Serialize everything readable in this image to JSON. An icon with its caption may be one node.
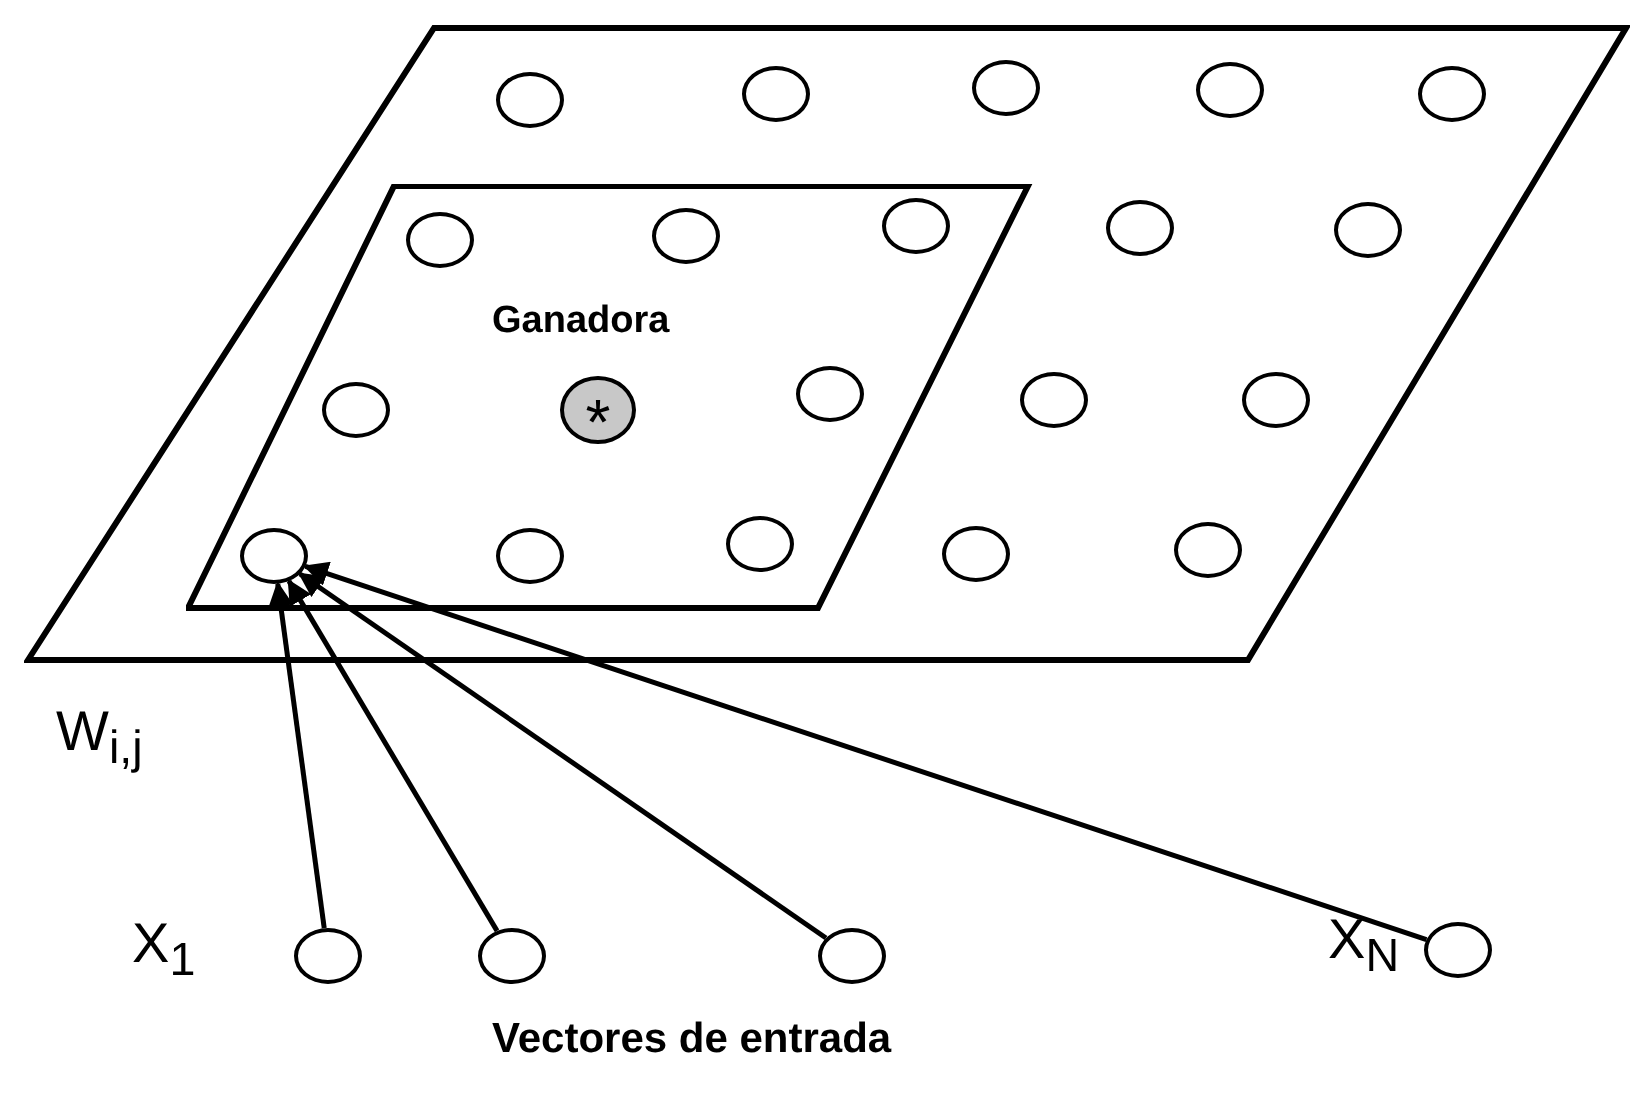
{
  "diagram": {
    "nodes": [
      {
        "text": [],
        "shape": "parallelogram"
      },
      {
        "text": [],
        "shape": "parallelogram",
        "in": 0
      },
      {
        "text": [],
        "shape": "circle",
        "in": 0
      },
      {
        "text": [],
        "shape": "circle",
        "in": 0
      },
      {
        "text": [],
        "shape": "circle",
        "in": 0
      },
      {
        "text": [],
        "shape": "circle",
        "in": 0
      },
      {
        "text": [],
        "shape": "circle",
        "in": 0
      },
      {
        "text": [],
        "shape": "circle",
        "in": 1
      },
      {
        "text": [],
        "shape": "circle",
        "in": 1
      },
      {
        "text": [],
        "shape": "circle",
        "in": 1
      },
      {
        "text": [],
        "shape": "circle",
        "in": 0
      },
      {
        "text": [],
        "shape": "circle",
        "in": 0
      },
      {
        "text": [],
        "shape": "circle",
        "in": 1
      },
      {
        "text": [
          "*"
        ],
        "beside": [
          "Ganadora"
        ],
        "in": 1
      },
      {
        "text": [],
        "shape": "circle",
        "in": 1
      },
      {
        "text": [],
        "shape": "circle",
        "in": 0
      },
      {
        "text": [],
        "shape": "circle",
        "in": 0
      },
      {
        "text": [],
        "shape": "circle",
        "in": 1
      },
      {
        "text": [],
        "shape": "circle",
        "in": 1
      },
      {
        "text": [],
        "shape": "circle",
        "in": 1
      },
      {
        "text": [],
        "shape": "circle",
        "in": 0
      },
      {
        "text": [],
        "shape": "circle",
        "in": 0
      },
      {
        "text": [],
        "beside": [
          "X$_{1}$"
        ],
        "shape": "circle"
      },
      {
        "text": [],
        "shape": "circle"
      },
      {
        "text": [],
        "shape": "circle"
      },
      {
        "text": [],
        "beside": [
          "X$_{N}$"
        ],
        "shape": "circle"
      }
    ],
    "edges": [
      {
        "from": 22,
        "to": 17,
        "arrow": "to"
      },
      {
        "from": 23,
        "to": 17,
        "arrow": "to"
      },
      {
        "from": 24,
        "to": 17,
        "arrow": "to"
      },
      {
        "from": 25,
        "to": 17,
        "arrow": "to"
      }
    ],
    "labels": [
      "W$_{i,j}$",
      "Vectores de entrada"
    ]
  }
}
